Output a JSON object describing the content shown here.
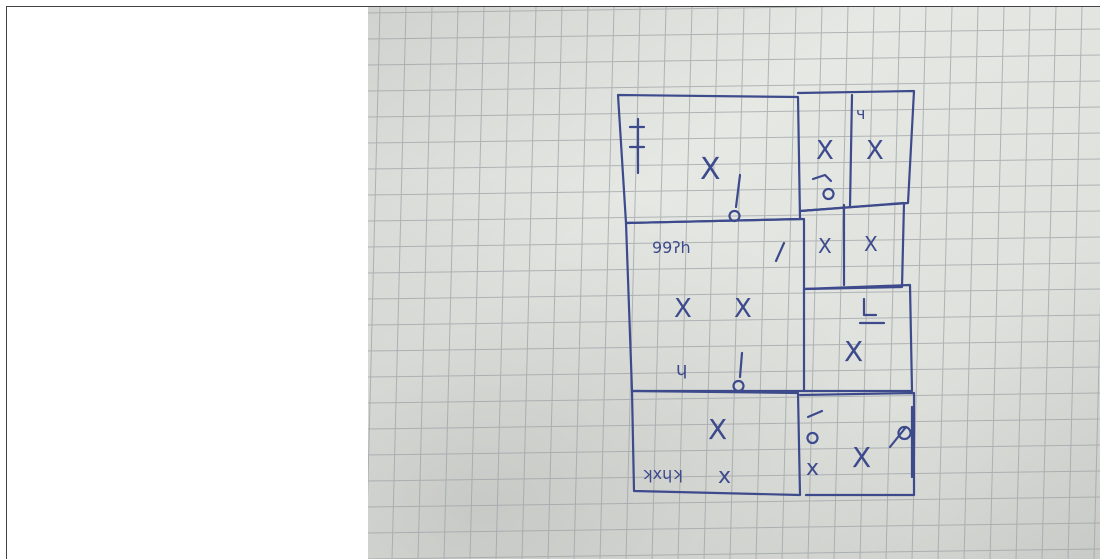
{
  "image": {
    "colors": {
      "paper": "#e4e6e2",
      "paper_shade": "#c9ccc8",
      "grid": "#9ea3a6",
      "ink": "#3d4a8c",
      "left_panel": "#ffffff"
    },
    "sketch_marks": {
      "cross": "X",
      "cross_lower": "x",
      "room_label_top": "ч",
      "room_label_left": "99ʔh",
      "room_label_mid": "ɥ",
      "room_label_bottom": "ʞxɥʞ"
    }
  }
}
